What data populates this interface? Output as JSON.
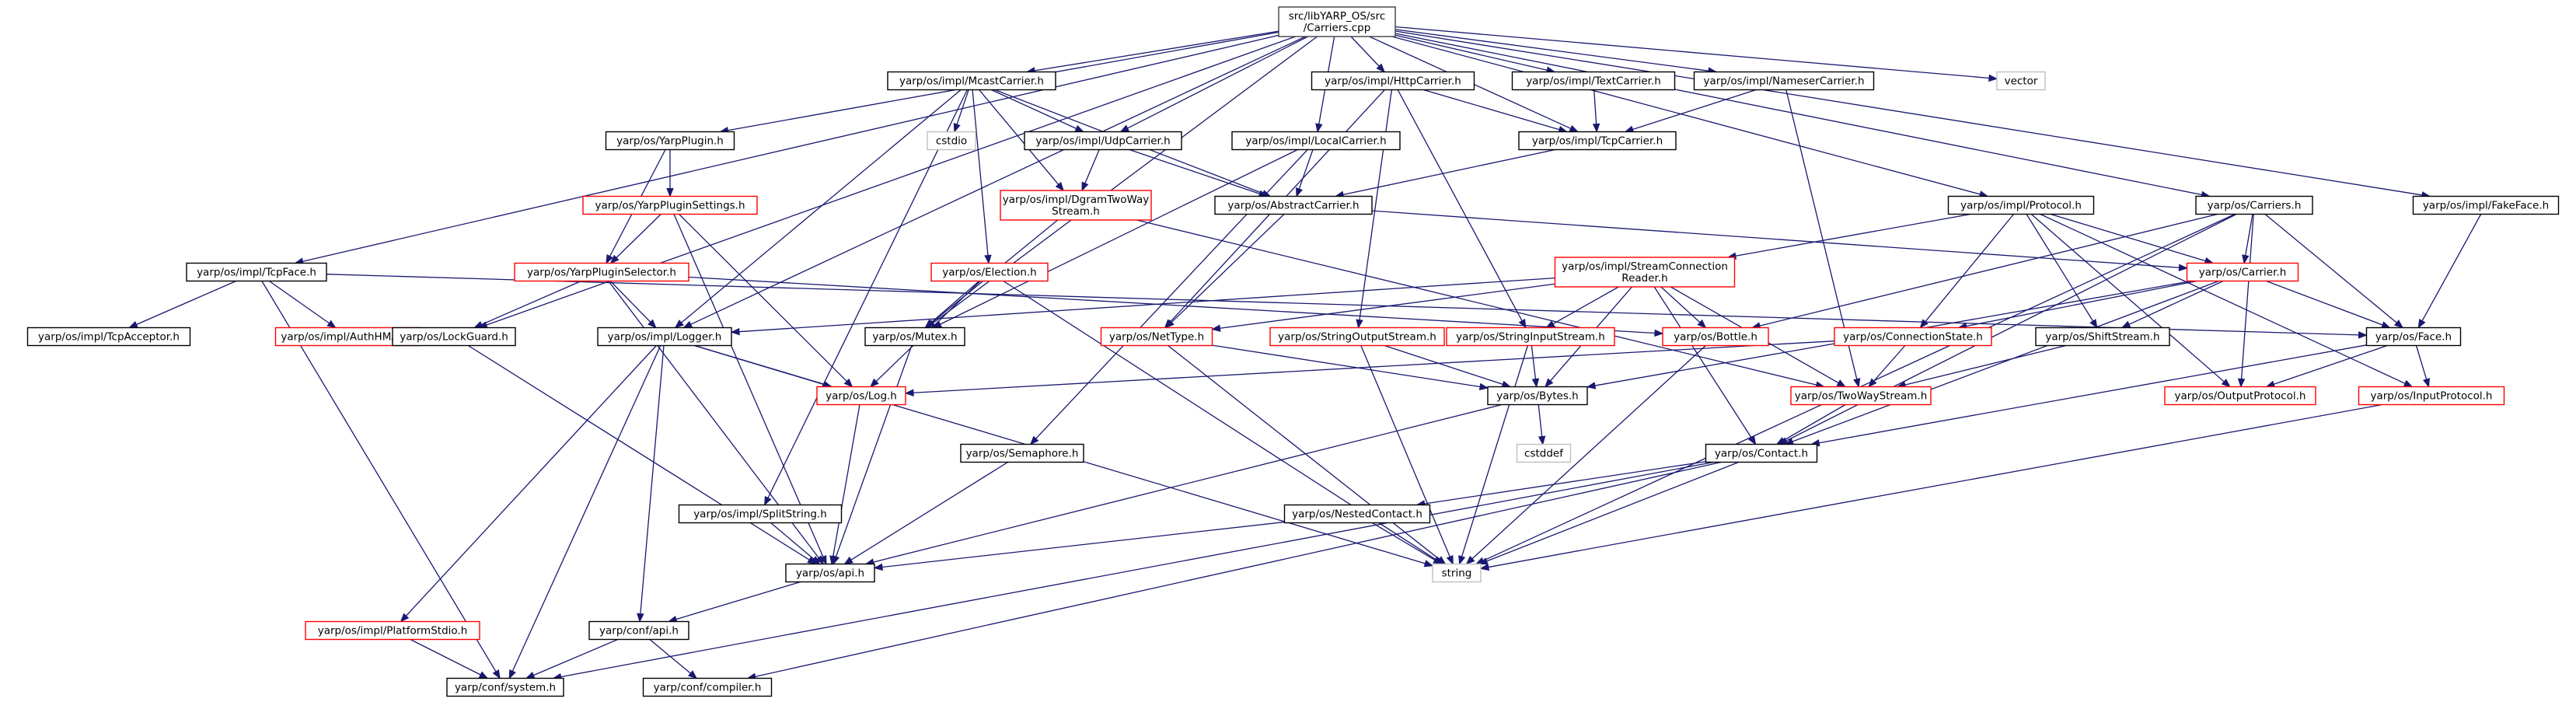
{
  "colors": {
    "edge": "#191970",
    "root_fill": "#bfbfbf",
    "root_border": "#404040",
    "node_border_black": "#000000",
    "node_border_red": "#ff0000",
    "node_border_gray": "#bfbfbf",
    "text": "#000000"
  },
  "nodes": [
    {
      "id": "carriers_cpp",
      "label": [
        "src/libYARP_OS/src",
        "/Carriers.cpp"
      ],
      "style": "root"
    },
    {
      "id": "mcast",
      "label": [
        "yarp/os/impl/McastCarrier.h"
      ],
      "style": "black"
    },
    {
      "id": "http",
      "label": [
        "yarp/os/impl/HttpCarrier.h"
      ],
      "style": "black"
    },
    {
      "id": "text",
      "label": [
        "yarp/os/impl/TextCarrier.h"
      ],
      "style": "black"
    },
    {
      "id": "nameser",
      "label": [
        "yarp/os/impl/NameserCarrier.h"
      ],
      "style": "black"
    },
    {
      "id": "vector",
      "label": [
        "vector"
      ],
      "style": "gray"
    },
    {
      "id": "yarpplugin",
      "label": [
        "yarp/os/YarpPlugin.h"
      ],
      "style": "black"
    },
    {
      "id": "cstdio",
      "label": [
        "cstdio"
      ],
      "style": "gray"
    },
    {
      "id": "udp",
      "label": [
        "yarp/os/impl/UdpCarrier.h"
      ],
      "style": "black"
    },
    {
      "id": "local",
      "label": [
        "yarp/os/impl/LocalCarrier.h"
      ],
      "style": "black"
    },
    {
      "id": "tcpcarrier",
      "label": [
        "yarp/os/impl/TcpCarrier.h"
      ],
      "style": "black"
    },
    {
      "id": "pluginsettings",
      "label": [
        "yarp/os/YarpPluginSettings.h"
      ],
      "style": "red"
    },
    {
      "id": "dgram",
      "label": [
        "yarp/os/impl/DgramTwoWay",
        "Stream.h"
      ],
      "style": "red"
    },
    {
      "id": "abstract",
      "label": [
        "yarp/os/AbstractCarrier.h"
      ],
      "style": "black"
    },
    {
      "id": "protocol",
      "label": [
        "yarp/os/impl/Protocol.h"
      ],
      "style": "black"
    },
    {
      "id": "carriersh",
      "label": [
        "yarp/os/Carriers.h"
      ],
      "style": "black"
    },
    {
      "id": "fakeface",
      "label": [
        "yarp/os/impl/FakeFace.h"
      ],
      "style": "black"
    },
    {
      "id": "tcpface",
      "label": [
        "yarp/os/impl/TcpFace.h"
      ],
      "style": "black"
    },
    {
      "id": "pluginselector",
      "label": [
        "yarp/os/YarpPluginSelector.h"
      ],
      "style": "red"
    },
    {
      "id": "election",
      "label": [
        "yarp/os/Election.h"
      ],
      "style": "red"
    },
    {
      "id": "scr",
      "label": [
        "yarp/os/impl/StreamConnection",
        "Reader.h"
      ],
      "style": "red"
    },
    {
      "id": "carrierh",
      "label": [
        "yarp/os/Carrier.h"
      ],
      "style": "red"
    },
    {
      "id": "tcpacceptor",
      "label": [
        "yarp/os/impl/TcpAcceptor.h"
      ],
      "style": "black"
    },
    {
      "id": "authhmac",
      "label": [
        "yarp/os/impl/AuthHMAC.h"
      ],
      "style": "red"
    },
    {
      "id": "lockguard",
      "label": [
        "yarp/os/LockGuard.h"
      ],
      "style": "black"
    },
    {
      "id": "logger",
      "label": [
        "yarp/os/impl/Logger.h"
      ],
      "style": "black"
    },
    {
      "id": "mutex",
      "label": [
        "yarp/os/Mutex.h"
      ],
      "style": "black"
    },
    {
      "id": "nettype",
      "label": [
        "yarp/os/NetType.h"
      ],
      "style": "red"
    },
    {
      "id": "sos",
      "label": [
        "yarp/os/StringOutputStream.h"
      ],
      "style": "red"
    },
    {
      "id": "sis",
      "label": [
        "yarp/os/StringInputStream.h"
      ],
      "style": "red"
    },
    {
      "id": "bottle",
      "label": [
        "yarp/os/Bottle.h"
      ],
      "style": "red"
    },
    {
      "id": "connstate",
      "label": [
        "yarp/os/ConnectionState.h"
      ],
      "style": "red"
    },
    {
      "id": "shiftstream",
      "label": [
        "yarp/os/ShiftStream.h"
      ],
      "style": "black"
    },
    {
      "id": "face",
      "label": [
        "yarp/os/Face.h"
      ],
      "style": "black"
    },
    {
      "id": "logh",
      "label": [
        "yarp/os/Log.h"
      ],
      "style": "red"
    },
    {
      "id": "bytes",
      "label": [
        "yarp/os/Bytes.h"
      ],
      "style": "black"
    },
    {
      "id": "twoway",
      "label": [
        "yarp/os/TwoWayStream.h"
      ],
      "style": "red"
    },
    {
      "id": "outproto",
      "label": [
        "yarp/os/OutputProtocol.h"
      ],
      "style": "red"
    },
    {
      "id": "inproto",
      "label": [
        "yarp/os/InputProtocol.h"
      ],
      "style": "red"
    },
    {
      "id": "cstddef",
      "label": [
        "cstddef"
      ],
      "style": "gray"
    },
    {
      "id": "semaphore",
      "label": [
        "yarp/os/Semaphore.h"
      ],
      "style": "black"
    },
    {
      "id": "contact",
      "label": [
        "yarp/os/Contact.h"
      ],
      "style": "black"
    },
    {
      "id": "splitstring",
      "label": [
        "yarp/os/impl/SplitString.h"
      ],
      "style": "black"
    },
    {
      "id": "nestedcontact",
      "label": [
        "yarp/os/NestedContact.h"
      ],
      "style": "black"
    },
    {
      "id": "apih",
      "label": [
        "yarp/os/api.h"
      ],
      "style": "black"
    },
    {
      "id": "string",
      "label": [
        "string"
      ],
      "style": "gray"
    },
    {
      "id": "platformstdio",
      "label": [
        "yarp/os/impl/PlatformStdio.h"
      ],
      "style": "red"
    },
    {
      "id": "confapi",
      "label": [
        "yarp/conf/api.h"
      ],
      "style": "black"
    },
    {
      "id": "confsystem",
      "label": [
        "yarp/conf/system.h"
      ],
      "style": "black"
    },
    {
      "id": "confcompiler",
      "label": [
        "yarp/conf/compiler.h"
      ],
      "style": "black"
    }
  ],
  "edges": [
    [
      "carriers_cpp",
      "mcast"
    ],
    [
      "carriers_cpp",
      "http"
    ],
    [
      "carriers_cpp",
      "text"
    ],
    [
      "carriers_cpp",
      "nameser"
    ],
    [
      "carriers_cpp",
      "vector"
    ],
    [
      "carriers_cpp",
      "yarpplugin"
    ],
    [
      "carriers_cpp",
      "udp"
    ],
    [
      "carriers_cpp",
      "local"
    ],
    [
      "carriers_cpp",
      "tcpcarrier"
    ],
    [
      "carriers_cpp",
      "protocol"
    ],
    [
      "carriers_cpp",
      "carriersh"
    ],
    [
      "carriers_cpp",
      "fakeface"
    ],
    [
      "carriers_cpp",
      "tcpface"
    ],
    [
      "carriers_cpp",
      "lockguard"
    ],
    [
      "carriers_cpp",
      "logger"
    ],
    [
      "carriers_cpp",
      "mutex"
    ],
    [
      "mcast",
      "cstdio"
    ],
    [
      "mcast",
      "udp"
    ],
    [
      "mcast",
      "dgram"
    ],
    [
      "mcast",
      "abstract"
    ],
    [
      "mcast",
      "election"
    ],
    [
      "mcast",
      "logger"
    ],
    [
      "mcast",
      "splitstring"
    ],
    [
      "http",
      "tcpcarrier"
    ],
    [
      "http",
      "nettype"
    ],
    [
      "http",
      "sos"
    ],
    [
      "http",
      "sis"
    ],
    [
      "text",
      "tcpcarrier"
    ],
    [
      "nameser",
      "tcpcarrier"
    ],
    [
      "nameser",
      "twoway"
    ],
    [
      "yarpplugin",
      "pluginsettings"
    ],
    [
      "yarpplugin",
      "pluginselector"
    ],
    [
      "udp",
      "dgram"
    ],
    [
      "udp",
      "abstract"
    ],
    [
      "local",
      "abstract"
    ],
    [
      "local",
      "mutex"
    ],
    [
      "local",
      "semaphore"
    ],
    [
      "tcpcarrier",
      "abstract"
    ],
    [
      "pluginsettings",
      "pluginselector"
    ],
    [
      "pluginsettings",
      "logh"
    ],
    [
      "pluginsettings",
      "apih"
    ],
    [
      "dgram",
      "mutex"
    ],
    [
      "dgram",
      "twoway"
    ],
    [
      "abstract",
      "carrierh"
    ],
    [
      "abstract",
      "nettype"
    ],
    [
      "protocol",
      "scr"
    ],
    [
      "protocol",
      "carrierh"
    ],
    [
      "protocol",
      "connstate"
    ],
    [
      "protocol",
      "shiftstream"
    ],
    [
      "protocol",
      "outproto"
    ],
    [
      "protocol",
      "inproto"
    ],
    [
      "carriersh",
      "carrierh"
    ],
    [
      "carriersh",
      "face"
    ],
    [
      "carriersh",
      "bottle"
    ],
    [
      "carriersh",
      "outproto"
    ],
    [
      "carriersh",
      "contact"
    ],
    [
      "carriersh",
      "string"
    ],
    [
      "fakeface",
      "face"
    ],
    [
      "tcpface",
      "tcpacceptor"
    ],
    [
      "tcpface",
      "authhmac"
    ],
    [
      "tcpface",
      "face"
    ],
    [
      "tcpface",
      "confsystem"
    ],
    [
      "pluginselector",
      "lockguard"
    ],
    [
      "pluginselector",
      "bottle"
    ],
    [
      "pluginselector",
      "logger"
    ],
    [
      "pluginselector",
      "apih"
    ],
    [
      "election",
      "mutex"
    ],
    [
      "election",
      "logh"
    ],
    [
      "election",
      "string"
    ],
    [
      "scr",
      "logger"
    ],
    [
      "scr",
      "nettype"
    ],
    [
      "scr",
      "sis"
    ],
    [
      "scr",
      "bottle"
    ],
    [
      "scr",
      "bytes"
    ],
    [
      "scr",
      "twoway"
    ],
    [
      "scr",
      "contact"
    ],
    [
      "carrierh",
      "connstate"
    ],
    [
      "carrierh",
      "shiftstream"
    ],
    [
      "carrierh",
      "face"
    ],
    [
      "carrierh",
      "bytes"
    ],
    [
      "carrierh",
      "contact"
    ],
    [
      "lockguard",
      "apih"
    ],
    [
      "logger",
      "logh"
    ],
    [
      "logger",
      "platformstdio"
    ],
    [
      "logger",
      "confapi"
    ],
    [
      "logger",
      "confsystem"
    ],
    [
      "logger",
      "string"
    ],
    [
      "mutex",
      "apih"
    ],
    [
      "nettype",
      "bytes"
    ],
    [
      "nettype",
      "string"
    ],
    [
      "sos",
      "bytes"
    ],
    [
      "sos",
      "string"
    ],
    [
      "sis",
      "bytes"
    ],
    [
      "sis",
      "string"
    ],
    [
      "bottle",
      "string"
    ],
    [
      "connstate",
      "logh"
    ],
    [
      "connstate",
      "twoway"
    ],
    [
      "shiftstream",
      "twoway"
    ],
    [
      "face",
      "outproto"
    ],
    [
      "face",
      "inproto"
    ],
    [
      "face",
      "contact"
    ],
    [
      "logh",
      "apih"
    ],
    [
      "bytes",
      "cstddef"
    ],
    [
      "bytes",
      "apih"
    ],
    [
      "twoway",
      "contact"
    ],
    [
      "inproto",
      "string"
    ],
    [
      "semaphore",
      "apih"
    ],
    [
      "contact",
      "nestedcontact"
    ],
    [
      "contact",
      "string"
    ],
    [
      "contact",
      "confsystem"
    ],
    [
      "contact",
      "confcompiler"
    ],
    [
      "splitstring",
      "apih"
    ],
    [
      "nestedcontact",
      "apih"
    ],
    [
      "nestedcontact",
      "string"
    ],
    [
      "apih",
      "confapi"
    ],
    [
      "platformstdio",
      "confsystem"
    ],
    [
      "confapi",
      "confsystem"
    ],
    [
      "confapi",
      "confcompiler"
    ]
  ]
}
